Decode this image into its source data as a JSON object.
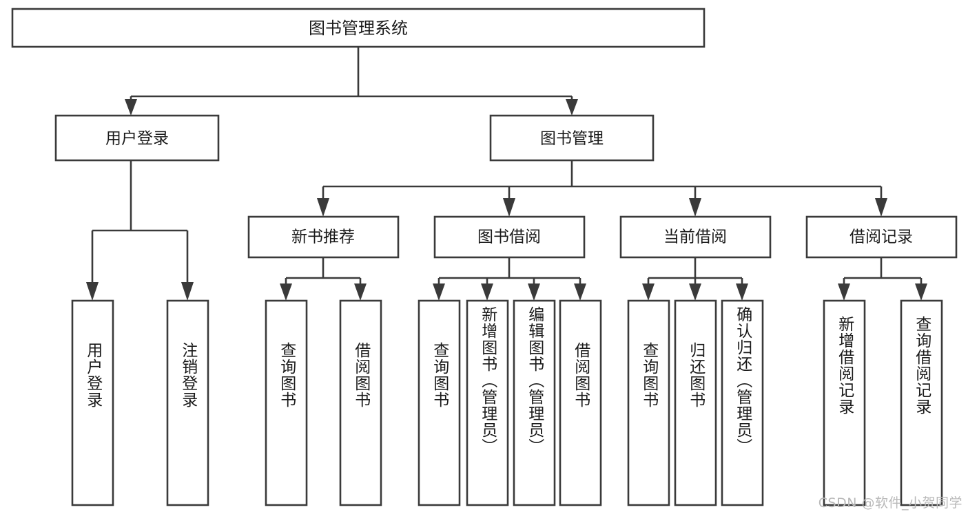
{
  "diagram": {
    "title": "图书管理系统",
    "type": "tree",
    "root": {
      "id": "root",
      "label": "图书管理系统",
      "orientation": "horizontal"
    },
    "level2": [
      {
        "id": "user-login",
        "label": "用户登录",
        "orientation": "horizontal"
      },
      {
        "id": "book-manage",
        "label": "图书管理",
        "orientation": "horizontal"
      }
    ],
    "level3": [
      {
        "id": "new-book-recommend",
        "label": "新书推荐",
        "orientation": "horizontal",
        "parent": "book-manage"
      },
      {
        "id": "book-borrow",
        "label": "图书借阅",
        "orientation": "horizontal",
        "parent": "book-manage"
      },
      {
        "id": "current-borrow",
        "label": "当前借阅",
        "orientation": "horizontal",
        "parent": "book-manage"
      },
      {
        "id": "borrow-record",
        "label": "借阅记录",
        "orientation": "horizontal",
        "parent": "book-manage"
      }
    ],
    "leaves": [
      {
        "id": "leaf-user-login",
        "label": "用户登录",
        "parent": "user-login"
      },
      {
        "id": "leaf-user-logout",
        "label": "注销登录",
        "parent": "user-login"
      },
      {
        "id": "leaf-query-book-rec",
        "label": "查询图书",
        "parent": "new-book-recommend"
      },
      {
        "id": "leaf-borrow-book-rec",
        "label": "借阅图书",
        "parent": "new-book-recommend"
      },
      {
        "id": "leaf-query-book-borrow",
        "label": "查询图书",
        "parent": "book-borrow"
      },
      {
        "id": "leaf-add-book-admin",
        "label": "新增图书（管理员）",
        "parent": "book-borrow"
      },
      {
        "id": "leaf-edit-book-admin",
        "label": "编辑图书（管理员）",
        "parent": "book-borrow"
      },
      {
        "id": "leaf-borrow-book",
        "label": "借阅图书",
        "parent": "book-borrow"
      },
      {
        "id": "leaf-query-book-current",
        "label": "查询图书",
        "parent": "current-borrow"
      },
      {
        "id": "leaf-return-book",
        "label": "归还图书",
        "parent": "current-borrow"
      },
      {
        "id": "leaf-confirm-return-admin",
        "label": "确认归还（管理员）",
        "parent": "current-borrow"
      },
      {
        "id": "leaf-add-borrow-record",
        "label": "新增借阅记录",
        "parent": "borrow-record"
      },
      {
        "id": "leaf-query-borrow-record",
        "label": "查询借阅记录",
        "parent": "borrow-record"
      }
    ]
  },
  "colors": {
    "stroke": "#3a3a3a",
    "fill": "#ffffff",
    "text": "#1a1a1a",
    "watermark": "#b9b9b9"
  },
  "watermark": {
    "text": "CSDN @软件_小贺同学"
  }
}
